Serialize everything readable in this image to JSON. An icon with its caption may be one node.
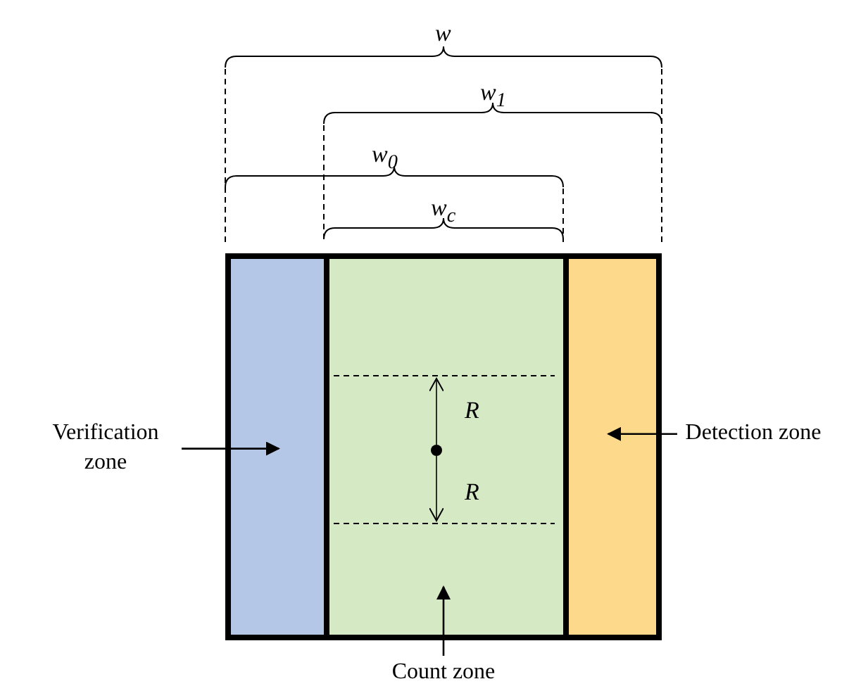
{
  "diagram": {
    "nodes": [
      {
        "text": [
          "Verification zone"
        ]
      },
      {
        "text": [],
        "shape": "box"
      },
      {
        "text": [],
        "shape": "box"
      },
      {
        "text": [],
        "shape": "box"
      },
      {
        "text": [
          "Detection zone"
        ]
      },
      {
        "text": [
          "Count zone"
        ]
      }
    ],
    "edges": [
      {
        "from": 0,
        "to": 1,
        "arrow": "to"
      },
      {
        "from": 4,
        "to": 3,
        "arrow": "to"
      },
      {
        "from": 5,
        "to": 2,
        "arrow": "to"
      }
    ],
    "labels": [
      "w",
      "w$_{1}$",
      "w$_{0}$",
      "w$_{c}$",
      "R",
      "R"
    ]
  }
}
